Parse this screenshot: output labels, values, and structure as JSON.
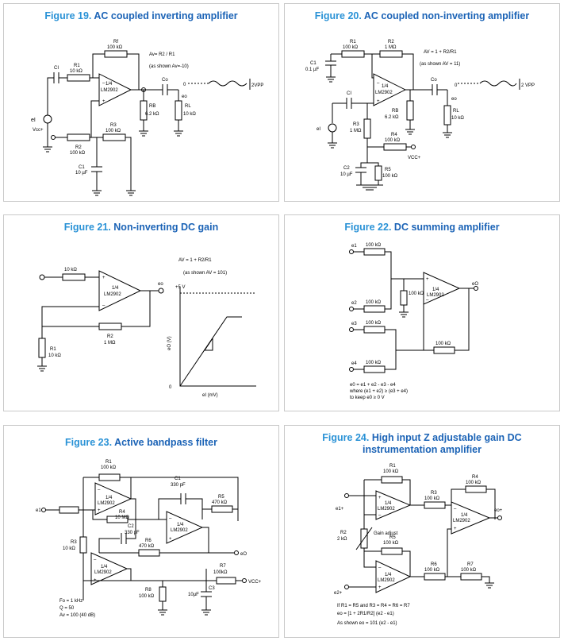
{
  "fig19": {
    "num": "Figure 19.",
    "title": "AC coupled inverting amplifier",
    "labels": {
      "rf": "Rf",
      "rf_v": "100 kΩ",
      "av": "Av= R2 / R1",
      "av_note": "(as shown Av=-10)",
      "ci": "CI",
      "r1": "R1",
      "r1_v": "10 kΩ",
      "op": "1/4",
      "op2": "LM2902",
      "co": "Co",
      "rb": "RB",
      "rb_v": "6.2 kΩ",
      "rl": "RL",
      "rl_v": "10 kΩ",
      "eo": "eo",
      "ei": "eI",
      "vcc": "Vcc+",
      "r2": "R2",
      "r2_v": "100 kΩ",
      "r3": "R3",
      "r3_v": "100 kΩ",
      "c1": "C1",
      "c1_v": "10 µF",
      "zero": "0",
      "vpp": "2VPP"
    }
  },
  "fig20": {
    "num": "Figure 20.",
    "title": "AC coupled non-inverting amplifier",
    "labels": {
      "r1": "R1",
      "r1_v": "100 kΩ",
      "r2": "R2",
      "r2_v": "1 MΩ",
      "av": "AV = 1 + R2/R1",
      "av_note": "(as shown AV = 11)",
      "c1": "C1",
      "c1_v": "0.1 µF",
      "op": "1/4",
      "op2": "LM2902",
      "co": "Co",
      "ci": "CI",
      "rb": "RB",
      "rb_v": "6.2 kΩ",
      "rl": "RL",
      "rl_v": "10 kΩ",
      "eo": "eo",
      "zero": "0",
      "vpp": "2 VPP",
      "r3": "R3",
      "r3_v": "1 MΩ",
      "r4": "R4",
      "r4_v": "100 kΩ",
      "vcc": "VCC+",
      "c2": "C2",
      "c2_v": "10 µF",
      "r5": "R5",
      "r5_v": "100 kΩ",
      "ei": "eI"
    }
  },
  "fig21": {
    "num": "Figure 21.",
    "title": "Non-inverting DC gain",
    "labels": {
      "r_in": "10 kΩ",
      "op": "1/4",
      "op2": "LM2902",
      "eo": "eo",
      "av": "AV = 1 + R2/R1",
      "av_note": "(as shown AV = 101)",
      "r2": "R2",
      "r2_v": "1 MΩ",
      "r1": "R1",
      "r1_v": "10 kΩ",
      "vmax": "+5 V",
      "yaxis": "eO (V)",
      "xaxis": "eI (mV)",
      "origin": "0"
    }
  },
  "fig22": {
    "num": "Figure 22.",
    "title": "DC summing amplifier",
    "labels": {
      "e1": "e1",
      "e2": "e2",
      "e3": "e3",
      "e4": "e4",
      "r": "100 kΩ",
      "op": "1/4",
      "op2": "LM2902",
      "eo": "eO",
      "eq1": "e0 = e1 + e2 - e3 - e4",
      "eq2": "where (e1 + e2) ≥ (e3 + e4)",
      "eq3": "to keep e0 ≥ 0 V"
    }
  },
  "fig23": {
    "num": "Figure 23.",
    "title": "Active bandpass filter",
    "labels": {
      "r1": "R1",
      "r1_v": "100 kΩ",
      "c1": "C1",
      "c1_v": "330 pF",
      "r5": "R5",
      "r5_v": "470 kΩ",
      "r4": "R4",
      "r4_v": "10 MΩ",
      "c2": "C2",
      "c2_v": "330 pF",
      "r6": "R6",
      "r6_v": "470 kΩ",
      "r3": "R3",
      "r3_v": "10 kΩ",
      "op": "1/4",
      "op2": "LM2902",
      "e1": "e1",
      "eo": "eO",
      "r7": "R7",
      "r7_v": "100kΩ",
      "vcc": "VCC+",
      "r8": "R8",
      "r8_v": "100 kΩ",
      "c3": "C3",
      "c3_v": "10µF",
      "fo": "Fo = 1 kHz",
      "q": "Q = 50",
      "av": "Av = 100 (40 dB)"
    }
  },
  "fig24": {
    "num": "Figure 24.",
    "title": "High input Z adjustable gain DC instrumentation amplifier",
    "labels": {
      "r1": "R1",
      "r1_v": "100 kΩ",
      "r3": "R3",
      "r3_v": "100 kΩ",
      "r4": "R4",
      "r4_v": "100 kΩ",
      "op": "1/4",
      "op2": "LM2902",
      "e1": "e1+",
      "e2": "e2+",
      "eo": "eo+",
      "r2": "R2",
      "r2_v": "2 kΩ",
      "gain": "Gain adjust",
      "r5": "R5",
      "r5_v": "100 kΩ",
      "r6": "R6",
      "r6_v": "100 kΩ",
      "r7": "R7",
      "r7_v": "100 kΩ",
      "eq1": "If R1 = R5 and R3 = R4 = R6 = R7",
      "eq2": "eo = [1 + 2R1/R2] (e2 - e1)",
      "eq3": "As shown eo = 101 (e2 - e1)"
    }
  }
}
